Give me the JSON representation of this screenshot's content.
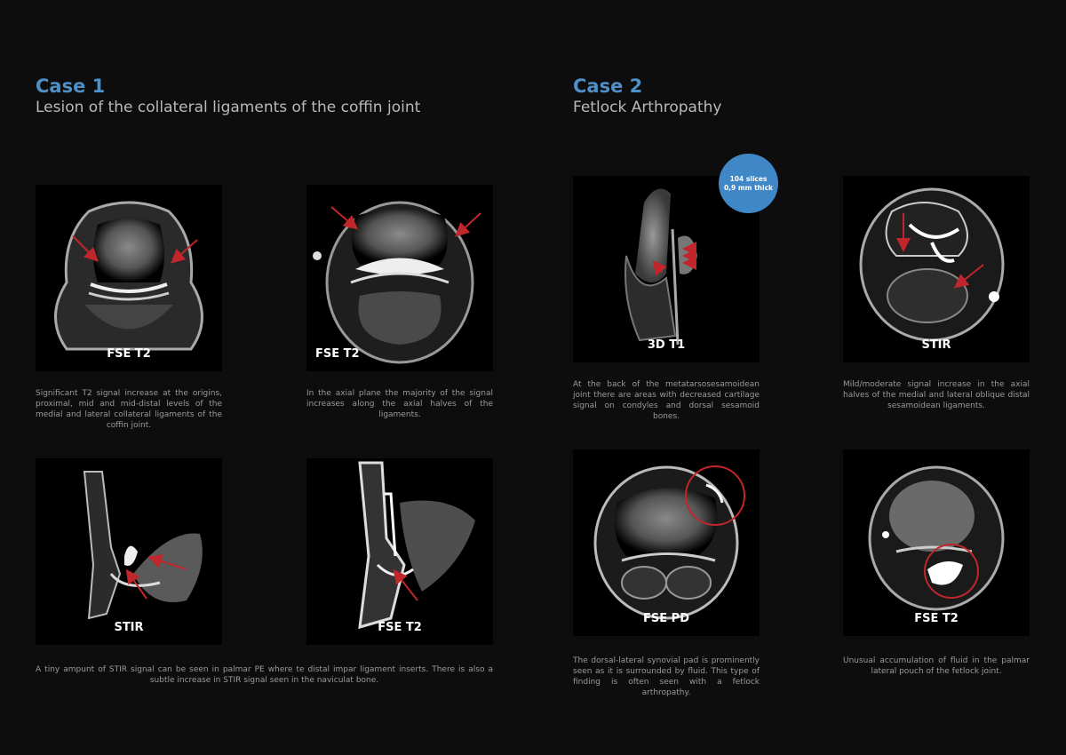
{
  "case1": {
    "label": "Case 1",
    "subtitle": "Lesion of the collateral ligaments of the coffin joint",
    "panels": [
      {
        "sequence": "FSE T2"
      },
      {
        "sequence": "FSE T2"
      },
      {
        "sequence": "STIR"
      },
      {
        "sequence": "FSE T2"
      }
    ],
    "captions": [
      "Significant T2 signal increase at the origins, proximal, mid and mid-distal levels of the medial and lateral collateral ligaments of the coffin joint.",
      "In the axial plane the majority of the signal increases along the axial halves of the ligaments.",
      "A tiny ampunt of STIR signal can be seen in palmar PE where te distal impar ligament inserts. There is also a subtle increase in STIR signal seen in the naviculat bone."
    ]
  },
  "case2": {
    "label": "Case 2",
    "subtitle": "Fetlock Arthropathy",
    "badge": {
      "line1": "104 slices",
      "line2": "0,9 mm thick"
    },
    "panels": [
      {
        "sequence": "3D T1"
      },
      {
        "sequence": "STIR"
      },
      {
        "sequence": "FSE PD"
      },
      {
        "sequence": "FSE T2"
      }
    ],
    "captions": [
      "At the back of the metatarsosesamoidean joint there are areas with decreased cartilage signal on condyles and dorsal sesamoid  bones.",
      "Mild/moderate signal increase in the axial halves of the medial and lateral oblique distal sesamoidean ligaments.",
      "The dorsal-lateral synovial pad is prominently seen as it is surrounded by fluid. This type of finding is often seen with a fetlock arthropathy.",
      "Unusual accumulation of fluid in the palmar lateral pouch of the fetlock joint."
    ]
  },
  "colors": {
    "background": "#0d0d0d",
    "accent": "#4f8fc8",
    "annotation": "#c0262b"
  },
  "icons": {
    "arrow": "red-arrow-icon",
    "circle": "red-circle-icon"
  }
}
